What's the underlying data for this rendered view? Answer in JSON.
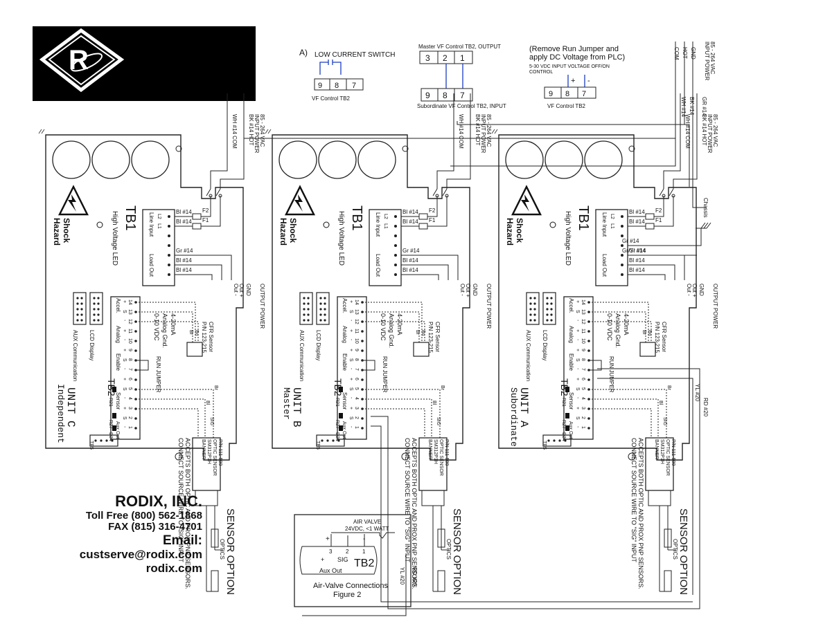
{
  "logo": {
    "mark": "R",
    "icon": "rodix-logo-icon"
  },
  "header": {
    "section_a": "A)",
    "low_current_switch": "LOW CURRENT SWITCH",
    "vf_control_tb2": "VF Control TB2",
    "master_output": "Master VF Control TB2, OUTPUT",
    "subordinate_input": "Subordinate VF Control TB2, INPUT",
    "remove_jumper_line1": "(Remove Run Jumper and",
    "remove_jumper_line2": "apply DC Voltage from PLC)",
    "dc_input_line1": "5-30 VDC INPUT VOLTAGE OFF/ON",
    "dc_input_line2": "CONTROL",
    "plus": "+",
    "minus": "-",
    "pins_987": [
      "9",
      "8",
      "7"
    ],
    "pins_321": [
      "3",
      "2",
      "1"
    ]
  },
  "power_in": {
    "input_power": "INPUT POWER",
    "range": "85 - 264 VAC",
    "gnd": "GND",
    "hot": "HOT",
    "com": "COM",
    "gr14": "GR #14",
    "bk14": "BK #14",
    "wh14": "WH #14",
    "chassis": "Chassis"
  },
  "units": [
    {
      "name": "UNIT C",
      "role": "Independent"
    },
    {
      "name": "UNIT B",
      "role": "Master"
    },
    {
      "name": "UNIT A",
      "role": "Subordinate"
    }
  ],
  "board": {
    "tb1": "TB1",
    "tb2": "TB2",
    "tb5": "TB5",
    "shock": "Shock",
    "hazard": "Hazard",
    "hv_led": "High Voltage LED",
    "line_input": "Line Input",
    "load_out": "Load Out",
    "l2": "L2",
    "l1": "L1",
    "bl14": "Bl #14",
    "gr14": "Gr #14",
    "gryl14": "Gr/Yl #14",
    "wh14_com": "WH #14  COM",
    "bk14_hot": "BK #14  HOT",
    "input_power": "INPUT POWER",
    "range": "85 - 264 VAC",
    "f1": "F1",
    "f2": "F2",
    "output_power": "OUTPUT POWER",
    "gnd": "GND",
    "out_plus": "Out +",
    "out_minus": "Out -",
    "accel": "Accel.",
    "analog": "Analog",
    "enable": "Enable",
    "sensor": "Sensor",
    "aux_out": "Aux Out",
    "ma": "4-20mA",
    "analog_gnd": "Analog Gnd.",
    "vdc": "0-10 VDC",
    "run_jumper": "RUN JUMPER",
    "cfr_sensor": "CFR Sensor",
    "cfr_pn": "P/N 123-215",
    "br": "Br",
    "bu": "Bu",
    "bl": "Bl",
    "sig": "SIG",
    "r21": "R21",
    "r27": "R27",
    "d24": "D24",
    "aux_comm": "AUX Communication",
    "lcd": "LCD Display",
    "pins": [
      "14",
      "13",
      "12",
      "11",
      "10",
      "9",
      "8",
      "7",
      "6",
      "5",
      "4",
      "3",
      "2",
      "1"
    ],
    "pin_signs": [
      "+",
      "S",
      "-",
      "+",
      "-",
      "+",
      "S",
      "-",
      "+",
      "S",
      "-",
      "+",
      "S",
      "-"
    ]
  },
  "sensor_option": {
    "title": "SENSOR OPTION",
    "note1": "ACCEPTS BOTH OPTIC AND PROX PNP SENSORS.",
    "note2": "CONNECT SOURCE WIRE TO \"SIG\" INPUT",
    "banner": "BANNER",
    "model": "SM312P1H",
    "optic": "OPTIC SENSOR",
    "pn": "P/N 111-500",
    "optics": "OPTICS",
    "rd20": "RD #20",
    "yl20": "YL #20"
  },
  "air_valve": {
    "label": "AIR VALVE",
    "spec": "24VDC, <1 WATT",
    "tb2": "TB2",
    "pins": [
      "3",
      "2",
      "1"
    ],
    "signs": [
      "+",
      "SIG",
      "-"
    ],
    "aux_out": "Aux Out",
    "caption1": "Air-Valve Connections",
    "caption2": "Figure 2"
  },
  "contact": {
    "company": "RODIX, INC.",
    "toll_free": "Toll Free (800) 562-1868",
    "fax": "FAX (815) 316-4701",
    "email_label": "Email:",
    "email": "custserve@rodix.com",
    "web": "rodix.com"
  }
}
